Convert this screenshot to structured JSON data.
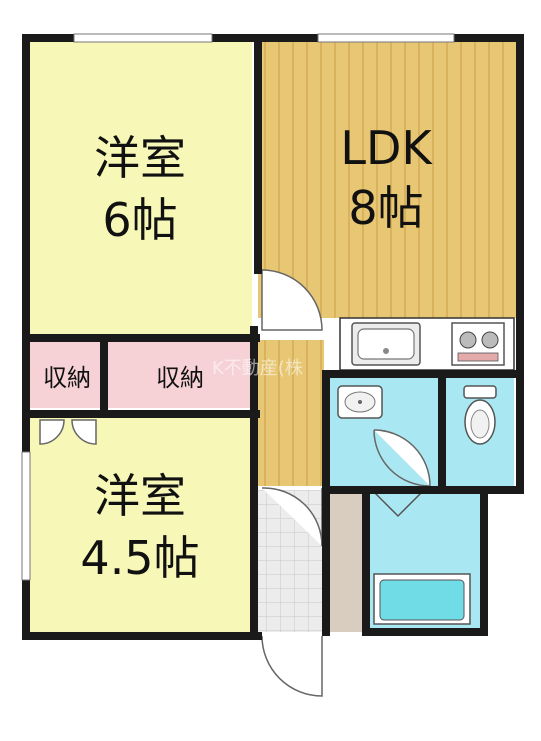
{
  "rooms": {
    "western_6": {
      "name": "洋室",
      "size": "6帖"
    },
    "ldk": {
      "name": "LDK",
      "size": "8帖"
    },
    "western_45": {
      "name": "洋室",
      "size": "4.5帖"
    },
    "storage_left": {
      "name": "収納"
    },
    "storage_right": {
      "name": "収納"
    }
  },
  "watermark": "K不動産(株",
  "colors": {
    "room_yellow": "#f7f7b8",
    "wood_floor": "#e8c774",
    "wood_stripe": "#d8b25c",
    "storage_pink": "#f6d1d5",
    "wet_blue": "#a9e8f2",
    "bath_blue": "#70dde6",
    "entrance_gray": "#e9e9e9",
    "shoe_beige": "#d9cdbf",
    "wall": "#1a1a1a"
  }
}
